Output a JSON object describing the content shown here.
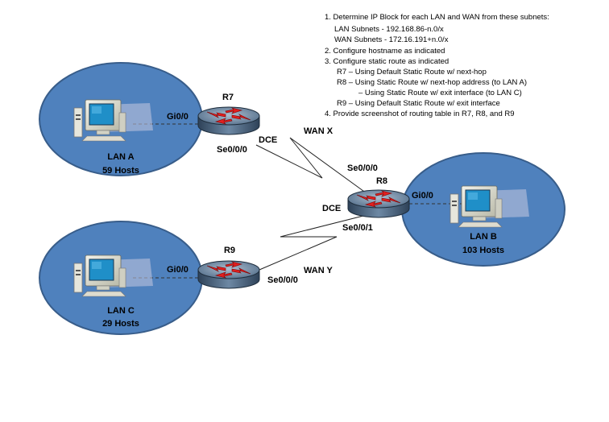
{
  "instructions": [
    "1. Determine IP Block for each LAN and WAN from these subnets:",
    "LAN Subnets - 192.168.86-n.0/x",
    "WAN Subnets - 172.16.191+n.0/x",
    "2. Configure hostname as indicated",
    "3. Configure static route as indicated",
    "R7 – Using Default Static Route w/ next-hop",
    "R8 – Using Static Route w/ next-hop address (to LAN A)",
    "– Using Static Route w/ exit interface (to LAN C)",
    "R9 – Using Default Static Route w/ exit interface",
    "4. Provide screenshot of routing table in R7, R8, and R9"
  ],
  "lans": {
    "a": {
      "name": "LAN A",
      "hosts": "59 Hosts"
    },
    "b": {
      "name": "LAN B",
      "hosts": "103 Hosts"
    },
    "c": {
      "name": "LAN C",
      "hosts": "29 Hosts"
    }
  },
  "routers": {
    "r7": {
      "name": "R7",
      "lan_if": "Gi0/0",
      "wan_if": "Se0/0/0",
      "dce": "DCE"
    },
    "r8": {
      "name": "R8",
      "lan_if": "Gi0/0",
      "wan_if_x": "Se0/0/0",
      "wan_if_y": "Se0/0/1",
      "dce": "DCE"
    },
    "r9": {
      "name": "R9",
      "lan_if": "Gi0/0",
      "wan_if": "Se0/0/0"
    }
  },
  "wans": {
    "x": "WAN X",
    "y": "WAN Y"
  },
  "colors": {
    "lan_fill": "#4f81bd",
    "lan_stroke": "#385d8a",
    "router_body": "#5f7f9c",
    "arrow": "#e02020"
  }
}
